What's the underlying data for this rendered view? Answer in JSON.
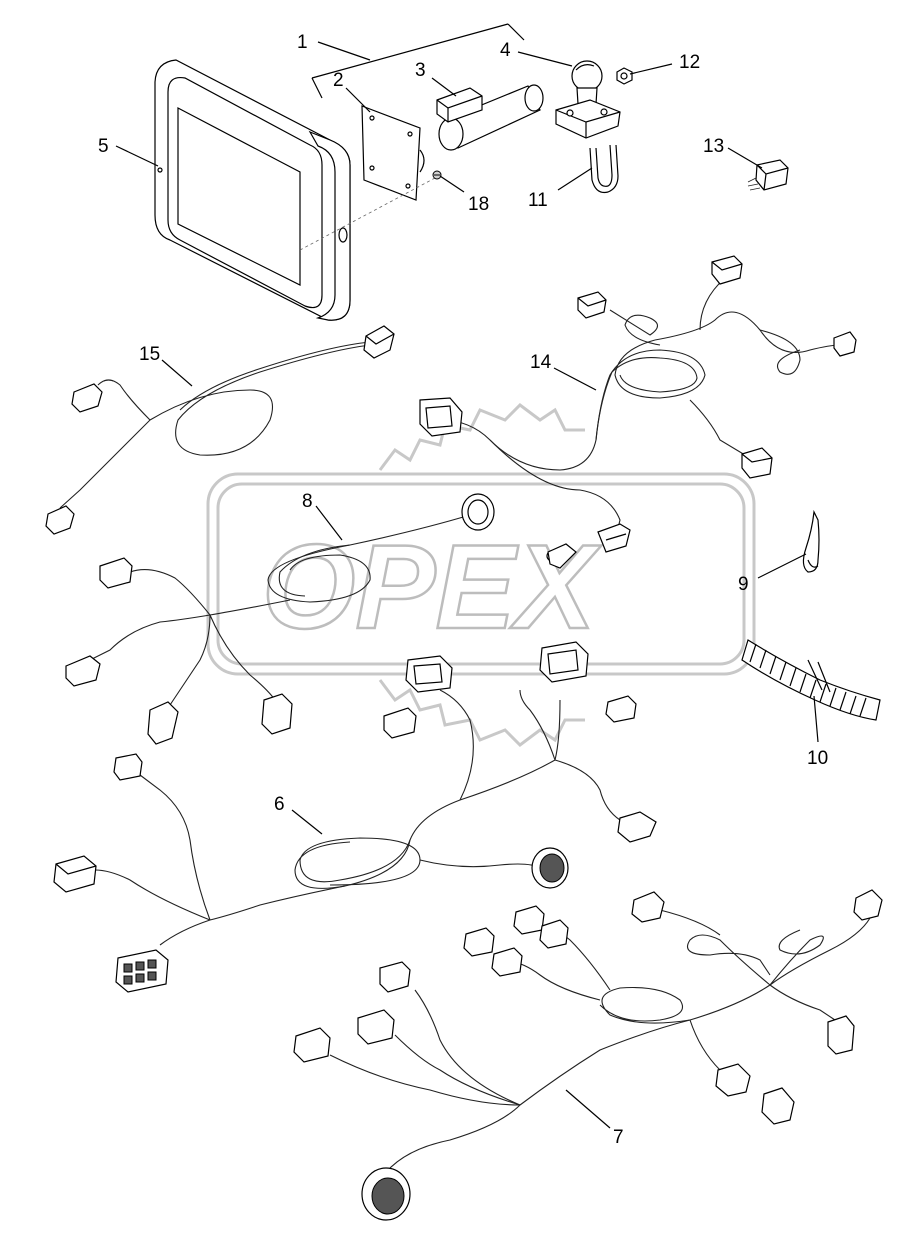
{
  "watermark": {
    "text": "OPEX"
  },
  "callouts": [
    {
      "label": "1"
    },
    {
      "label": "2"
    },
    {
      "label": "3"
    },
    {
      "label": "4"
    },
    {
      "label": "5"
    },
    {
      "label": "6"
    },
    {
      "label": "7"
    },
    {
      "label": "8"
    },
    {
      "label": "9"
    },
    {
      "label": "10"
    },
    {
      "label": "11"
    },
    {
      "label": "12"
    },
    {
      "label": "13"
    },
    {
      "label": "14"
    },
    {
      "label": "15"
    },
    {
      "label": "18"
    }
  ]
}
